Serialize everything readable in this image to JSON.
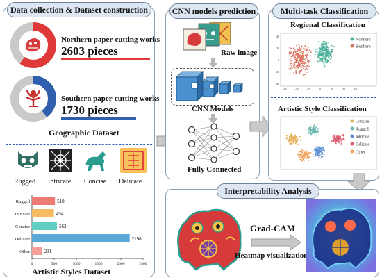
{
  "left_panel": {
    "header": "Data collection & Dataset construction",
    "northern": {
      "label": "Northern paper-cutting works",
      "count": "2603 pieces",
      "share": 0.6
    },
    "southern": {
      "label": "Southern paper-cutting works",
      "count": "1730 pieces",
      "share": 0.4
    },
    "geo_caption": "Geographic Dataset",
    "styles": [
      "Rugged",
      "Intricate",
      "Concise",
      "Delicate"
    ],
    "styles_caption": "Artistic Styles Dataset"
  },
  "chart_data": {
    "type": "bar",
    "orientation": "horizontal",
    "categories": [
      "Rugged",
      "Intricate",
      "Concise",
      "Delicate",
      "Other"
    ],
    "values": [
      518,
      494,
      562,
      2198,
      231
    ],
    "colors": [
      "#ef7c74",
      "#f5bd63",
      "#5fcfc3",
      "#5ba9d6",
      "#f49e9a"
    ],
    "xlim": [
      0,
      2500
    ],
    "xticks": [
      0,
      500,
      1000,
      1500,
      2000,
      2500
    ],
    "title": "Artistic Styles Dataset"
  },
  "cnn_panel": {
    "header": "CNN models prediction",
    "raw_label": "Raw image",
    "models_label": "CNN Models",
    "fc_label": "Fully Connected"
  },
  "multitask_panel": {
    "header": "Multi-task Classification",
    "regional_title": "Regional Classification",
    "regional_legend": [
      "Northern",
      "Southern"
    ],
    "regional_colors": [
      "#4bb09a",
      "#d9735f"
    ],
    "regional_axis_y": [
      "40",
      "20",
      "0",
      "-20",
      "-40"
    ],
    "regional_axis_x": [
      "-60",
      "-40",
      "-20",
      "0",
      "20",
      "40",
      "60"
    ],
    "style_title": "Artistic Style Classification",
    "style_legend": [
      "Concise",
      "Rugged",
      "Intricate",
      "Delicate",
      "Other"
    ],
    "style_colors": [
      "#e4b25c",
      "#6db7b0",
      "#5a8fd0",
      "#d95a6e",
      "#f0a35c"
    ]
  },
  "interp_panel": {
    "header": "Interpretability Analysis",
    "gradcam": "Grad-CAM",
    "heatmap": "Heatmap visualization"
  }
}
